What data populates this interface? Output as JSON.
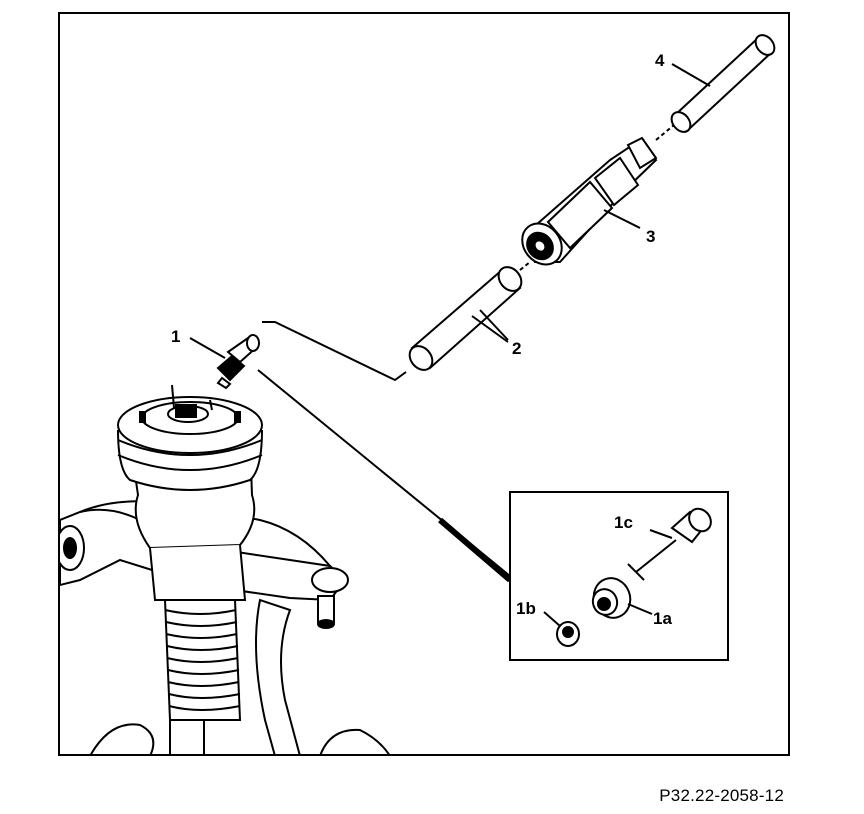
{
  "figure": {
    "callouts": {
      "c1": "1",
      "c2": "2",
      "c3": "3",
      "c4": "4",
      "c1a": "1a",
      "c1b": "1b",
      "c1c": "1c"
    },
    "reference_code": "P32.22-2058-12"
  }
}
